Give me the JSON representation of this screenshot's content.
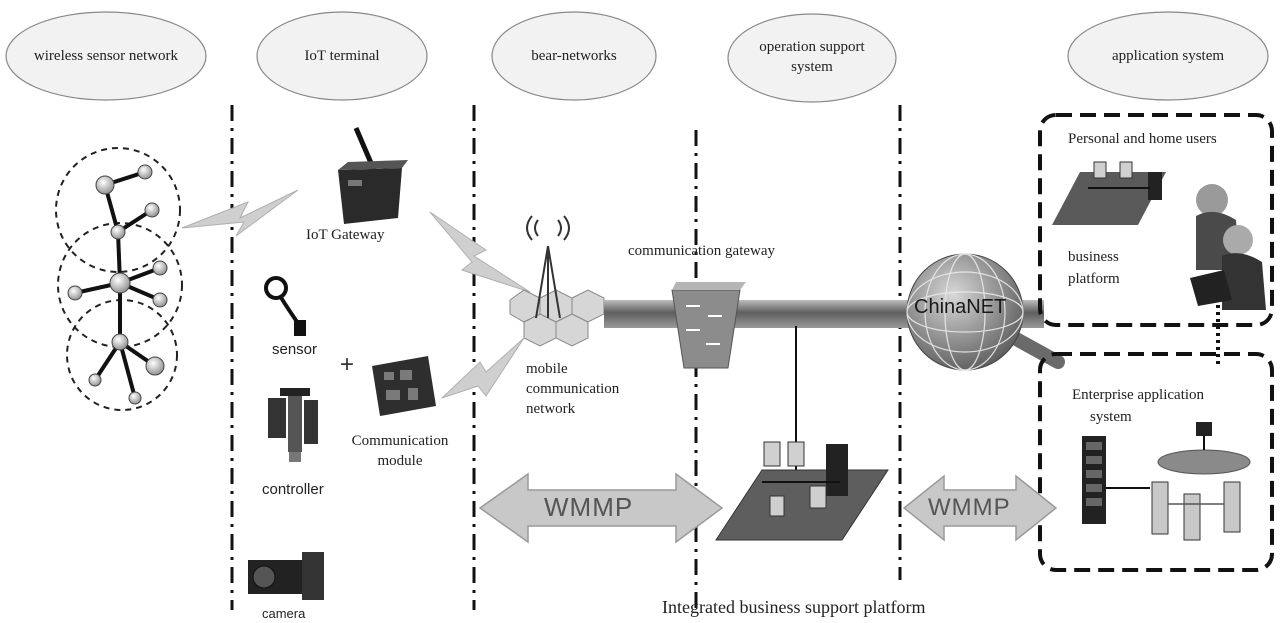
{
  "layers": {
    "wireless_sensor_network": "wireless sensor network",
    "iot_terminal": "IoT terminal",
    "bear_networks": "bear-networks",
    "operation_support_line1": "operation support",
    "operation_support_line2": "system",
    "application_system": "application system"
  },
  "labels": {
    "iot_gateway": "IoT Gateway",
    "sensor": "sensor",
    "plus": "+",
    "controller": "controller",
    "communication_module_line1": "Communication",
    "communication_module_line2": "module",
    "camera": "camera",
    "communication_gateway": "communication gateway",
    "mobile_network_line1": "mobile",
    "mobile_network_line2": "communication",
    "mobile_network_line3": "network",
    "chinanet": "ChinaNET",
    "personal_home_users": "Personal and home users",
    "business_platform_line1": "business",
    "business_platform_line2": "platform",
    "enterprise_line1": "Enterprise application",
    "enterprise_line2": "system",
    "wmmp_left": "WMMP",
    "wmmp_right": "WMMP",
    "integrated_platform": "Integrated business support platform"
  },
  "colors": {
    "ellipse_fill": "#f2f2f2",
    "line": "#111111",
    "arrow_fill": "#c8c8c8",
    "bar_dark": "#6a6a6a",
    "globe": "#8a8a8a"
  }
}
